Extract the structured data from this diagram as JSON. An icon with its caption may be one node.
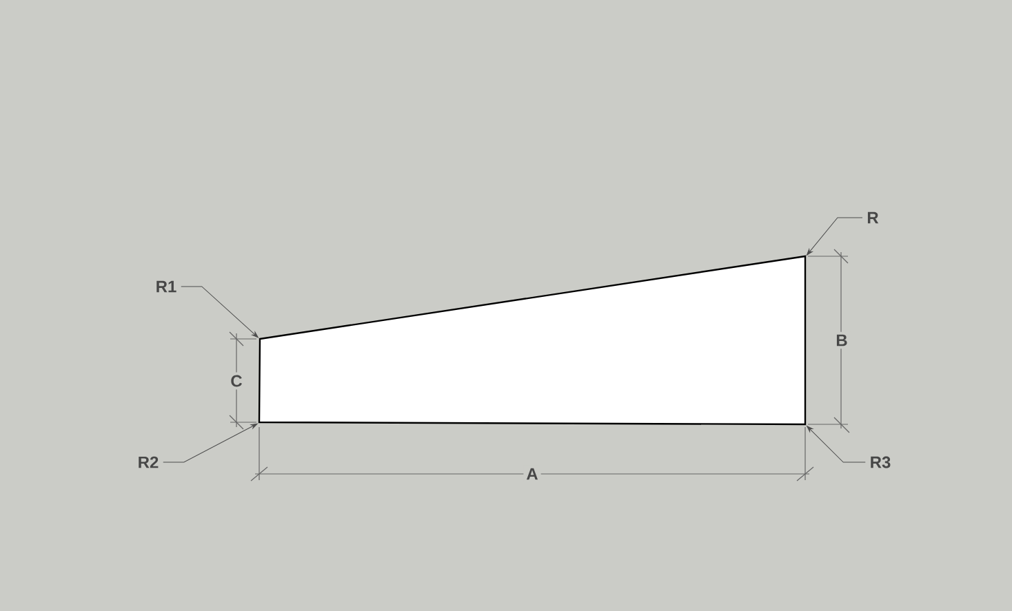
{
  "diagram": {
    "nodes": [
      {
        "text": [],
        "shape": "box"
      },
      {
        "text": [
          "R1"
        ]
      },
      {
        "text": [
          "R"
        ]
      },
      {
        "text": [
          "R2"
        ]
      },
      {
        "text": [
          "R3"
        ]
      }
    ],
    "edges": [
      {
        "from": 1,
        "to": 0,
        "arrow": "to"
      },
      {
        "from": 2,
        "to": 0,
        "arrow": "to"
      },
      {
        "from": 3,
        "to": 0,
        "arrow": "to"
      },
      {
        "from": 4,
        "to": 0,
        "arrow": "to"
      }
    ],
    "labels": [
      "C",
      "B",
      "A"
    ]
  }
}
